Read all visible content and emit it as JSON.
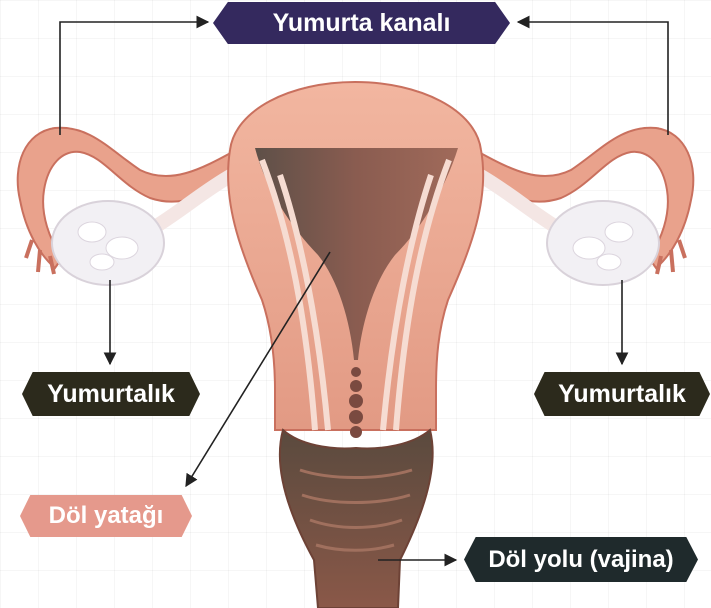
{
  "labels": {
    "oviduct": "Yumurta kanalı",
    "ovary_left": "Yumurtalık",
    "ovary_right": "Yumurtalık",
    "uterus": "Döl yatağı",
    "vagina": "Döl yolu (vajina)"
  },
  "colors": {
    "oviduct_label_bg": "#34295e",
    "ovary_label_bg": "#2c2a1c",
    "uterus_label_bg": "#e5998c",
    "vagina_label_bg": "#1f2a2c",
    "tissue": "#e9a28c",
    "tissue_dark": "#c9705e",
    "ovary": "#f2f0f4",
    "cavity": "#8a5a4e",
    "arrow": "#222222"
  }
}
